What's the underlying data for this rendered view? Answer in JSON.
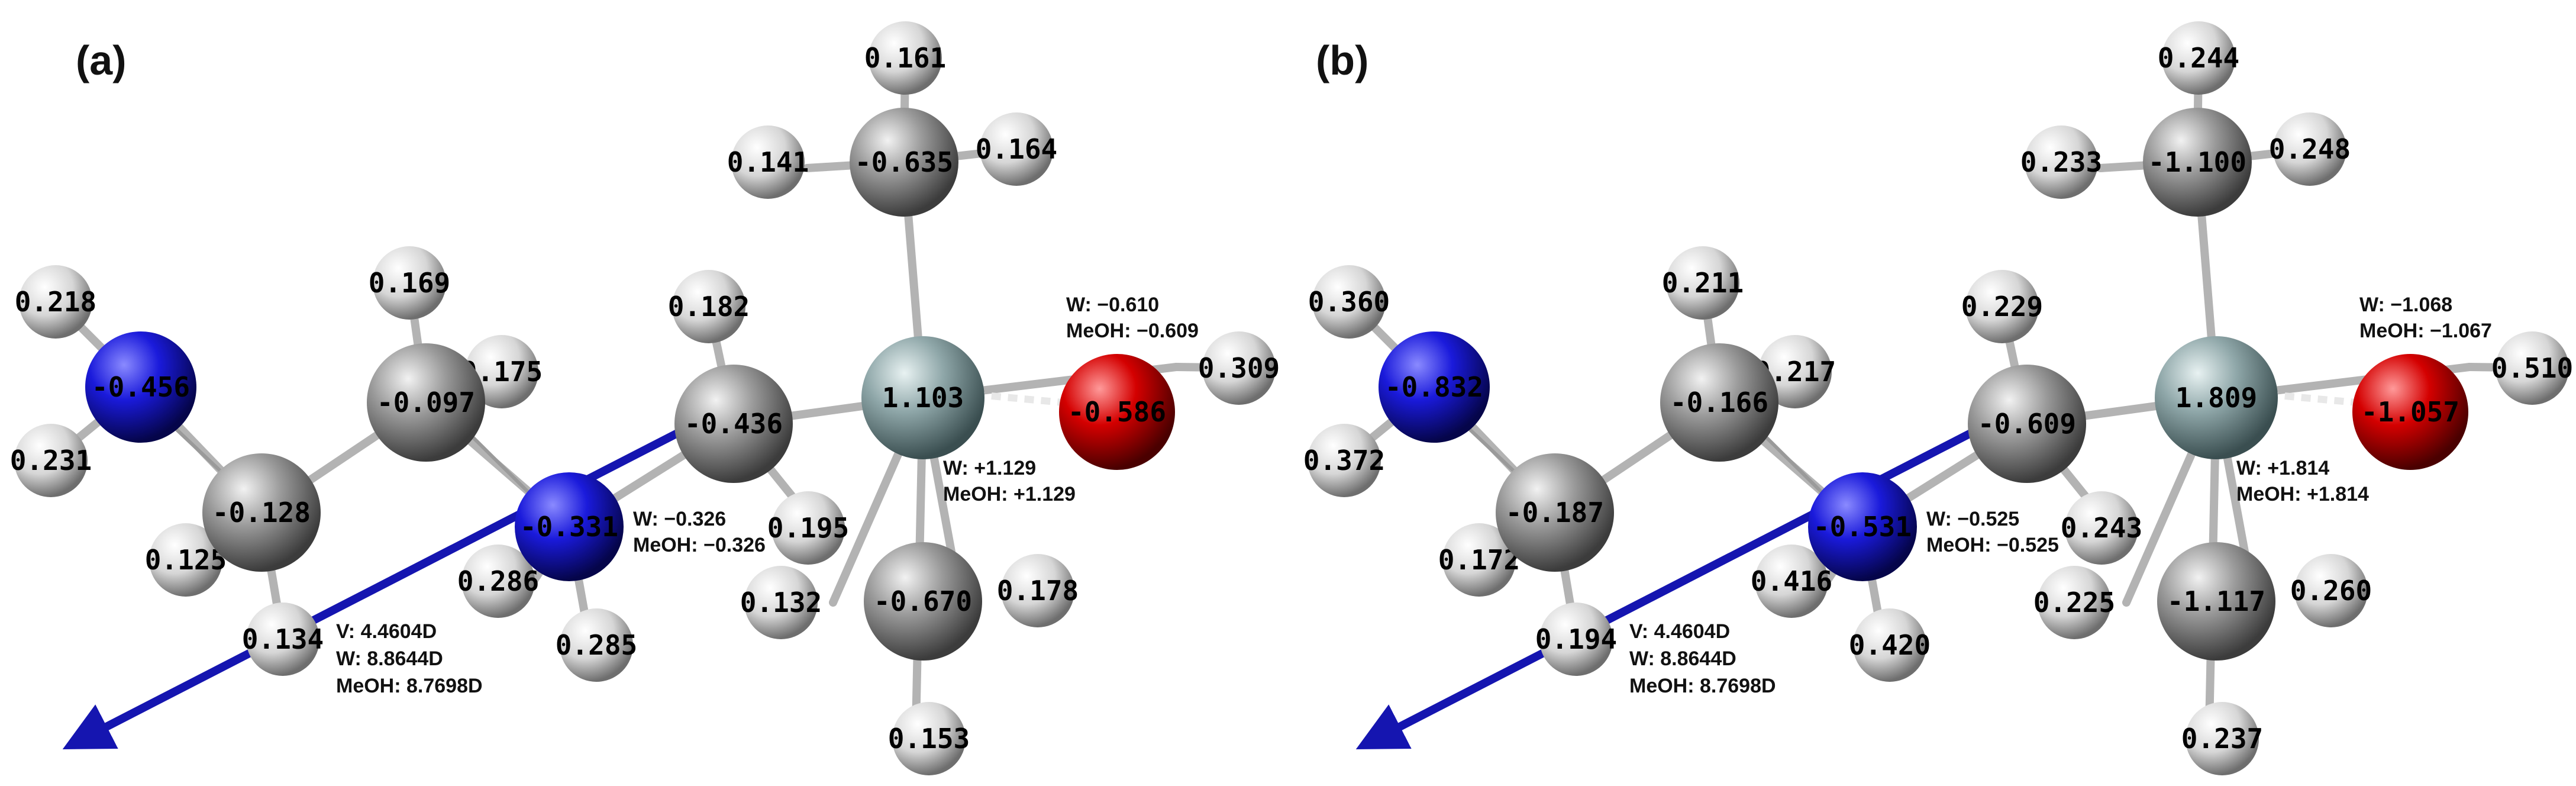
{
  "colors": {
    "carbon": "#8c8c8c",
    "hydrogen": "#d9d9d9",
    "nitrogen": "#1a1adb",
    "oxygen": "#d40000",
    "silicon": "#8fa7a9",
    "dipole_arrow": "#1515b0"
  },
  "panels": [
    {
      "label": "(a)",
      "charges": {
        "H_top": "0.161",
        "H_top_left": "0.141",
        "H_top_right": "0.164",
        "C_methyl_top": "-0.635",
        "H_amine_top": "0.218",
        "N_amine": "-0.456",
        "H_amine_bottom": "0.231",
        "H_ch2_top": "0.169",
        "H_ch2_right": "0.175",
        "C_ch2": "-0.097",
        "C_alpha": "-0.128",
        "H_alpha_left": "0.125",
        "H_alpha_bottom": "0.134",
        "H_cring_top": "0.182",
        "C_ring": "-0.436",
        "H_cring_bottom": "0.195",
        "Si": "1.103",
        "O": "-0.586",
        "H_hydroxyl": "0.309",
        "N_imine": "-0.331",
        "H_nimine_left": "0.286",
        "H_nimine_bottom": "0.285",
        "C_methyl_bottom": "-0.670",
        "H_mb_left": "0.132",
        "H_mb_right": "0.178",
        "H_mb_bottom": "0.153"
      },
      "notes": {
        "o_w": "W: −0.610",
        "o_meoh": "MeOH: −0.609",
        "si_w": "W: +1.129",
        "si_meoh": "MeOH: +1.129",
        "n_w": "W: −0.326",
        "n_meoh": "MeOH: −0.326",
        "dip_v": "V: 4.4604D",
        "dip_w": "W: 8.8644D",
        "dip_meoh": "MeOH: 8.7698D"
      }
    },
    {
      "label": "(b)",
      "charges": {
        "H_top": "0.244",
        "H_top_left": "0.233",
        "H_top_right": "0.248",
        "C_methyl_top": "-1.100",
        "H_amine_top": "0.360",
        "N_amine": "-0.832",
        "H_amine_bottom": "0.372",
        "H_ch2_top": "0.211",
        "H_ch2_right": "0.217",
        "C_ch2": "-0.166",
        "C_alpha": "-0.187",
        "H_alpha_left": "0.172",
        "H_alpha_bottom": "0.194",
        "H_cring_top": "0.229",
        "C_ring": "-0.609",
        "H_cring_bottom": "0.243",
        "Si": "1.809",
        "O": "-1.057",
        "H_hydroxyl": "0.510",
        "N_imine": "-0.531",
        "H_nimine_left": "0.416",
        "H_nimine_bottom": "0.420",
        "C_methyl_bottom": "-1.117",
        "H_mb_left": "0.225",
        "H_mb_right": "0.260",
        "H_mb_bottom": "0.237"
      },
      "notes": {
        "o_w": "W: −1.068",
        "o_meoh": "MeOH: −1.067",
        "si_w": "W: +1.814",
        "si_meoh": "MeOH: +1.814",
        "n_w": "W: −0.525",
        "n_meoh": "MeOH: −0.525",
        "dip_v": "V: 4.4604D",
        "dip_w": "W: 8.8644D",
        "dip_meoh": "MeOH: 8.7698D"
      }
    }
  ]
}
